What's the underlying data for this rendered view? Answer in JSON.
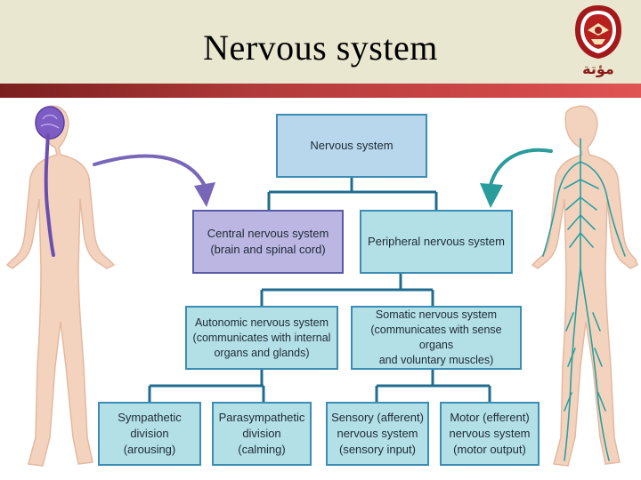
{
  "header": {
    "title": "Nervous system",
    "logo_text": "مؤتة",
    "colors": {
      "header_bg": "#e9e7cf",
      "band": "#b23a3a"
    }
  },
  "diagram": {
    "root": "Nervous system",
    "level1": [
      "Central nervous system\n(brain and spinal cord)",
      "Peripheral nervous system"
    ],
    "level2": [
      "Autonomic nervous system\n(communicates with internal\norgans and glands)",
      "Somatic nervous system\n(communicates with sense organs\nand voluntary muscles)"
    ],
    "level3": [
      "Sympathetic\ndivision\n(arousing)",
      "Parasympathetic\ndivision\n(calming)",
      "Sensory (afferent)\nnervous system\n(sensory input)",
      "Motor (efferent)\nnervous system\n(motor output)"
    ],
    "colors": {
      "box_blue": "#b8d6ec",
      "box_teal": "#b3e0e6",
      "box_lavender": "#bcb6e2",
      "connector": "#1f6c8f",
      "cns_nerve": "#6a4fb0",
      "pns_nerve": "#2aa0a0"
    }
  },
  "figures": {
    "left": "body-figure-central-nervous-system",
    "right": "body-figure-peripheral-nervous-system"
  }
}
